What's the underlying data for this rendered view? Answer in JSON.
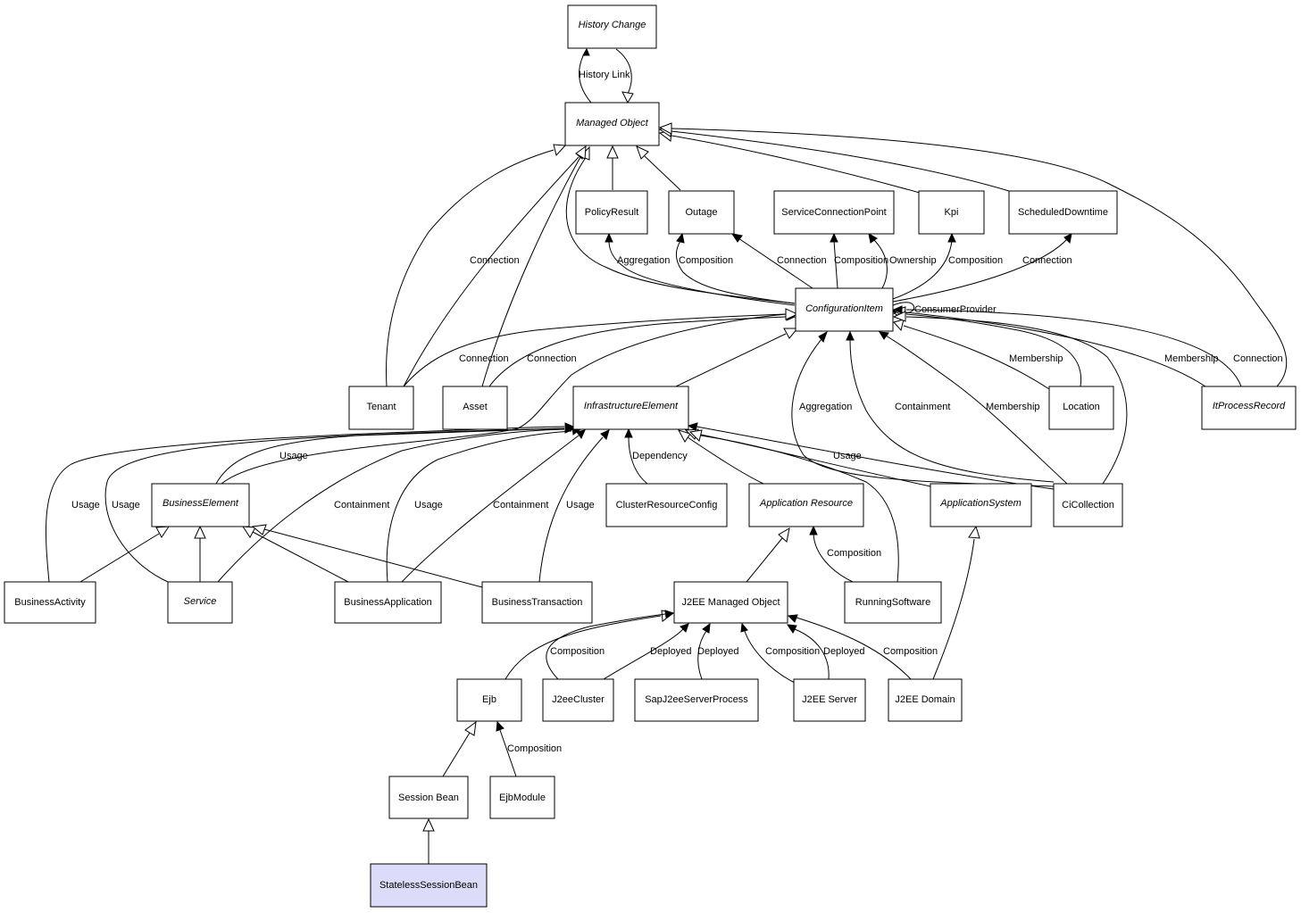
{
  "diagram": {
    "nodes": {
      "history_change": "History Change",
      "managed_object": "Managed Object",
      "policy_result": "PolicyResult",
      "outage": "Outage",
      "service_connection_point": "ServiceConnectionPoint",
      "kpi": "Kpi",
      "scheduled_downtime": "ScheduledDowntime",
      "configuration_item": "ConfigurationItem",
      "tenant": "Tenant",
      "asset": "Asset",
      "infrastructure_element": "InfrastructureElement",
      "location": "Location",
      "it_process_record": "ItProcessRecord",
      "business_element": "BusinessElement",
      "cluster_resource_config": "ClusterResourceConfig",
      "application_resource": "Application Resource",
      "application_system": "ApplicationSystem",
      "ci_collection": "CiCollection",
      "business_activity": "BusinessActivity",
      "service": "Service",
      "business_application": "BusinessApplication",
      "business_transaction": "BusinessTransaction",
      "j2ee_managed_object": "J2EE Managed Object",
      "running_software": "RunningSoftware",
      "ejb": "Ejb",
      "j2ee_cluster": "J2eeCluster",
      "sap_j2ee_server_process": "SapJ2eeServerProcess",
      "j2ee_server": "J2EE Server",
      "j2ee_domain": "J2EE Domain",
      "session_bean": "Session Bean",
      "ejb_module": "EjbModule",
      "stateless_session_bean": "StatelessSessionBean"
    },
    "edge_labels": {
      "history_link": "History Link",
      "connection_tenant_mo": "Connection",
      "aggregation_policy": "Aggregation",
      "composition_outage": "Composition",
      "connection_outage": "Connection",
      "composition_scp": "Composition",
      "ownership_scp": "Ownership",
      "composition_kpi": "Composition",
      "connection_sd": "Connection",
      "consumer_provider": "ConsumerProvider",
      "connection_tenant_ci": "Connection",
      "connection_asset_ci": "Connection",
      "membership_location": "Membership",
      "membership_itpr": "Membership",
      "connection_itpr": "Connection",
      "aggregation_cicoll": "Aggregation",
      "containment_cicoll": "Containment",
      "membership_cicoll": "Membership",
      "usage_be": "Usage",
      "dependency_crc": "Dependency",
      "usage_appsys": "Usage",
      "usage_ba": "Usage",
      "usage_service": "Usage",
      "containment_service": "Containment",
      "usage_bapp": "Usage",
      "containment_bapp": "Containment",
      "usage_btx": "Usage",
      "composition_rs": "Composition",
      "composition_j2eecluster": "Composition",
      "deployed_j2eecluster": "Deployed",
      "deployed_sap": "Deployed",
      "composition_j2eeserver": "Composition",
      "deployed_j2eeserver": "Deployed",
      "composition_j2eedomain": "Composition",
      "composition_ejbmodule": "Composition"
    }
  }
}
